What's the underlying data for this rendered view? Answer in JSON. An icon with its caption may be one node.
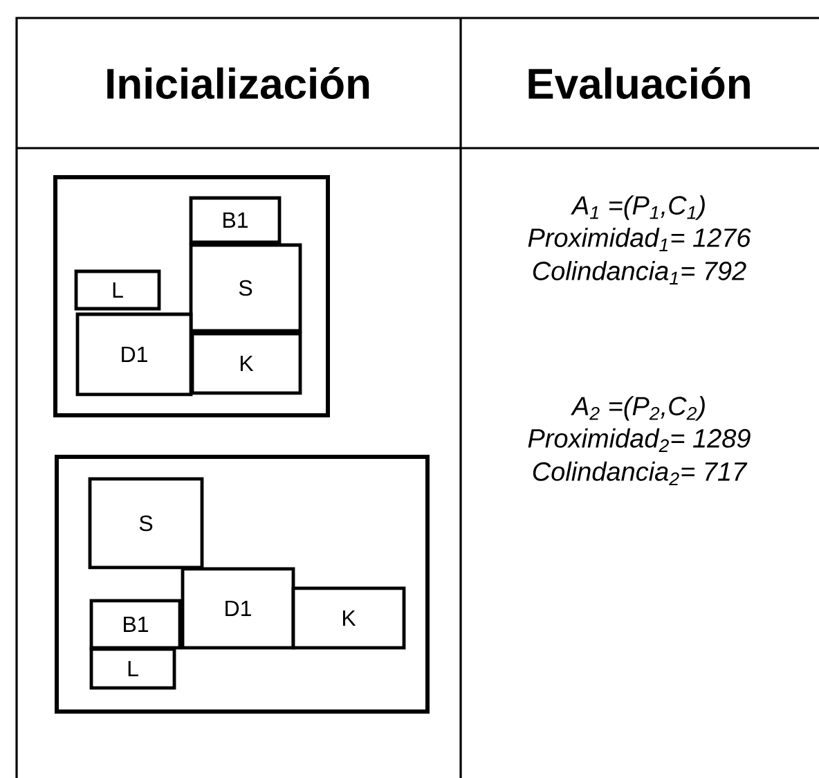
{
  "diagram": {
    "nodes": [
      {
        "text": [],
        "shape": "box"
      },
      {
        "text": [
          "B1"
        ],
        "in": 0
      },
      {
        "text": [
          "L"
        ],
        "in": 0
      },
      {
        "text": [
          "S"
        ],
        "in": 0
      },
      {
        "text": [
          "D1"
        ],
        "in": 0
      },
      {
        "text": [
          "K"
        ],
        "in": 0
      },
      {
        "text": [],
        "shape": "box"
      },
      {
        "text": [
          "S"
        ],
        "in": 6
      },
      {
        "text": [
          "D1"
        ],
        "in": 6
      },
      {
        "text": [
          "B1"
        ],
        "in": 6
      },
      {
        "text": [
          "K"
        ],
        "in": 6
      },
      {
        "text": [
          "L"
        ],
        "in": 6
      }
    ],
    "labels": [
      "Inicialización",
      "Evaluación",
      "A$_{1}$ =(P$_{1}$,C$_{1}$)",
      "Proximidad$_{1}$= 1276",
      "Colindancia$_{1}$= 792",
      "A$_{2}$ =(P$_{2}$,C$_{2}$)",
      "Proximidad$_{2}$= 1289",
      "Colindancia$_{2}$= 717"
    ]
  }
}
